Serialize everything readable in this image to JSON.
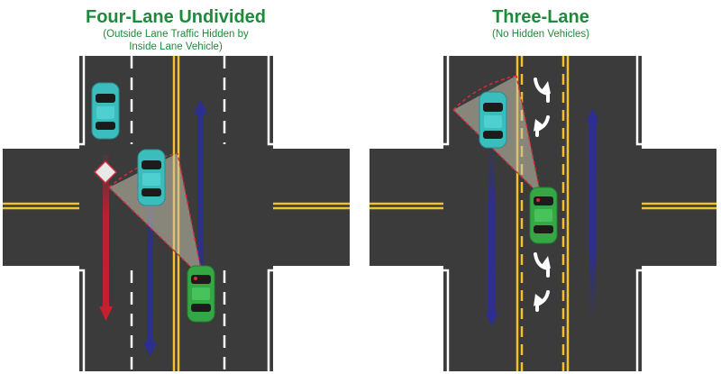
{
  "left_panel": {
    "title": "Four-Lane Undivided",
    "subtitle_line1": "(Outside Lane Traffic Hidden by",
    "subtitle_line2": "Inside Lane Vehicle)"
  },
  "right_panel": {
    "title": "Three-Lane",
    "subtitle": "(No Hidden Vehicles)"
  },
  "colors": {
    "title_green": "#1f8a3c",
    "road": "#3b3b3b",
    "lane_yellow": "#f2c12e",
    "travel_arrow_blue": "#2c2f8f",
    "conflict_arrow_red": "#c4202f",
    "car_teal": "#3bbdbd",
    "car_green": "#35a845",
    "sight_cone": "#c9c2b0"
  }
}
